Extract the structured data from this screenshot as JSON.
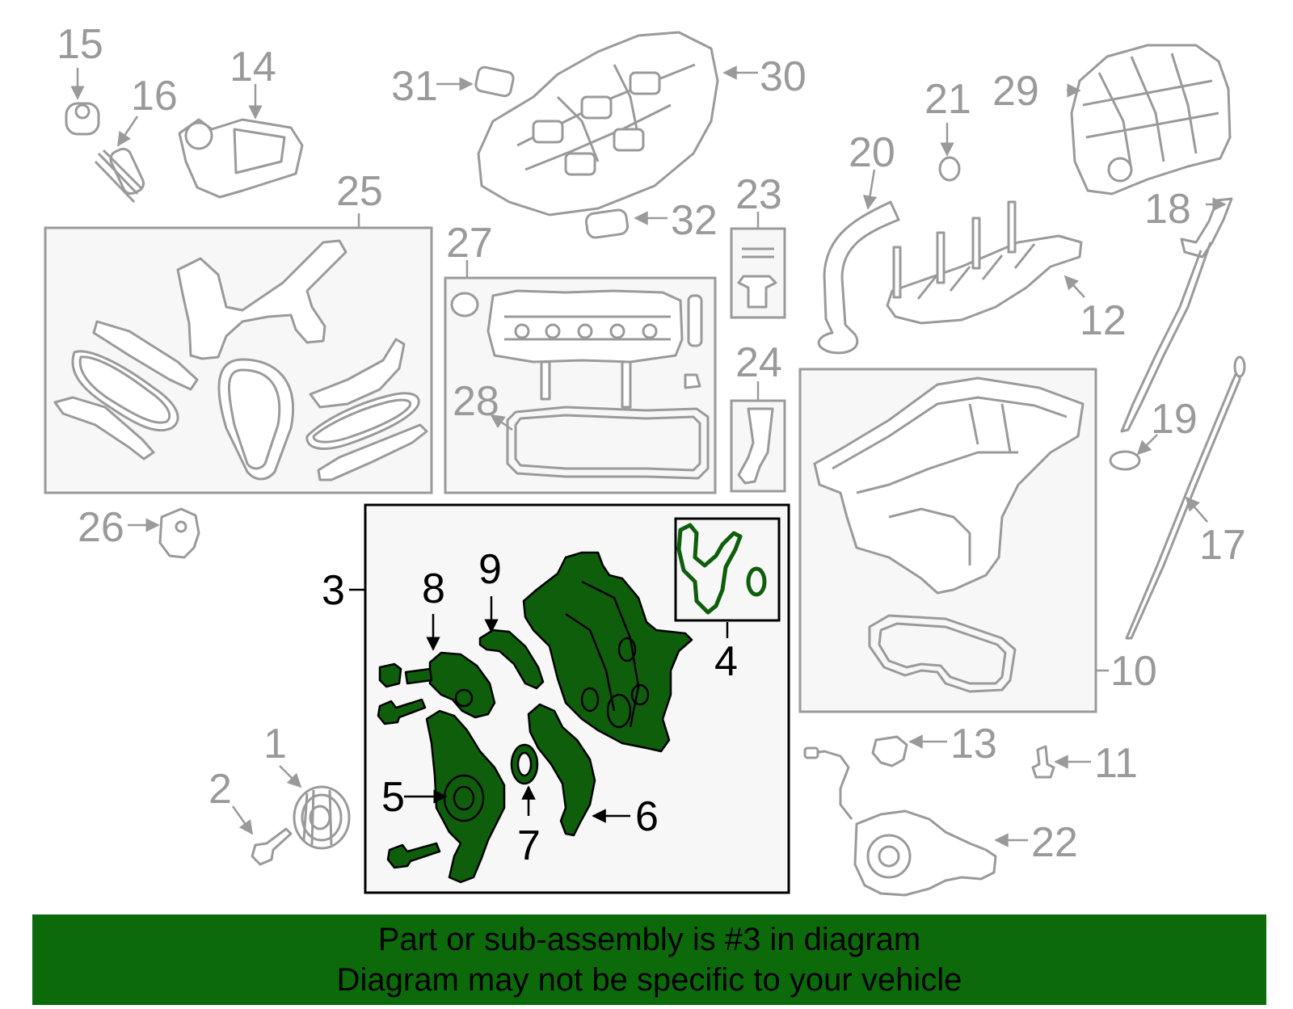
{
  "colors": {
    "highlight_fill": "#0f5e0c",
    "line_grey": "#9a9a9a",
    "box_fill": "#f7f7f7",
    "banner_background": "#0c6a0a",
    "banner_text": "#000000"
  },
  "callouts": {
    "c1": "1",
    "c2": "2",
    "c3": "3",
    "c4": "4",
    "c5": "5",
    "c6": "6",
    "c7": "7",
    "c8": "8",
    "c9": "9",
    "c10": "10",
    "c11": "11",
    "c12": "12",
    "c13": "13",
    "c14": "14",
    "c15": "15",
    "c16": "16",
    "c17": "17",
    "c18": "18",
    "c19": "19",
    "c20": "20",
    "c21": "21",
    "c22": "22",
    "c23": "23",
    "c24": "24",
    "c25": "25",
    "c26": "26",
    "c27": "27",
    "c28": "28",
    "c29": "29",
    "c30": "30",
    "c31": "31",
    "c32": "32"
  },
  "highlighted_part": "3",
  "banner": {
    "line1": "Part or sub-assembly is #3 in diagram",
    "line2": "Diagram may not be specific to your vehicle"
  }
}
